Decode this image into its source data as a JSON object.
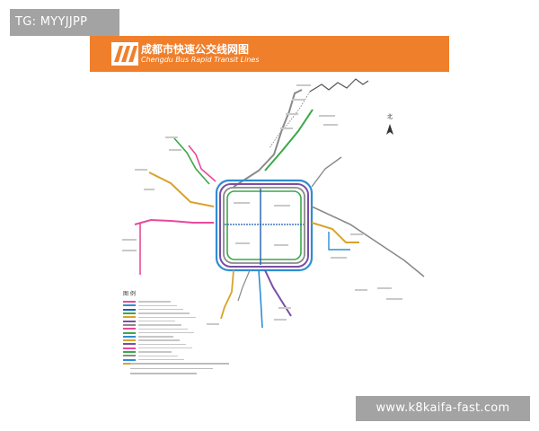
{
  "watermark": {
    "tag": "TG: MYYJJPP",
    "source": "www.k8kaifa-fast.com"
  },
  "header": {
    "title_cn": "成都市快速公交线网图",
    "title_en": "Chengdu Bus Rapid Transit Lines",
    "brand_color": "#f07f2b"
  },
  "map": {
    "compass_label": "北",
    "legend_title": "图 例",
    "line_colors": [
      "#e8499b",
      "#2f8dd4",
      "#3aa84a",
      "#d8a32a",
      "#7a4ea3",
      "#8a8a8a"
    ],
    "legend_swatches": [
      "#e8499b",
      "#2f8dd4",
      "#1f5fb0",
      "#3aa84a",
      "#d8a32a",
      "#7a4ea3",
      "#8a8a8a",
      "#e8499b",
      "#3aa84a",
      "#2f8dd4",
      "#d8a32a",
      "#7a4ea3",
      "#e8499b",
      "#3aa84a",
      "#8a8a8a",
      "#2f8dd4",
      "#d8a32a"
    ]
  }
}
